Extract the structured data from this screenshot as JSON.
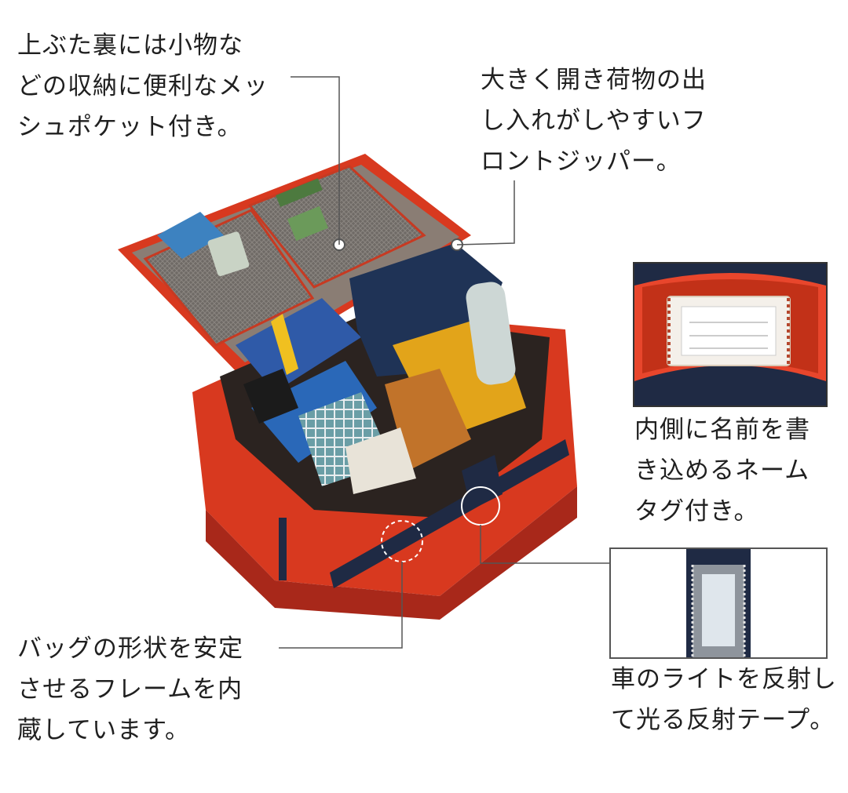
{
  "captions": {
    "lid_mesh_pocket": "上ぶた裏には小物な\nどの収納に便利なメッ\nシュポケット付き。",
    "front_zipper": "大きく開き荷物の出\nし入れがしやすいフ\nロントジッパー。",
    "name_tag": "内側に名前を書\nき込めるネーム\nタグ付き。",
    "frame": "バッグの形状を安定\nさせるフレームを内\n蔵しています。",
    "reflective_tape": "車のライトを反射し\nて光る反射テープ。"
  },
  "colors": {
    "bag_red": "#d8391f",
    "bag_dark_red": "#a8281a",
    "lining_gray": "#8a7d74",
    "strap_navy": "#1f2a44",
    "leader_line": "#555555"
  },
  "icons": {
    "bag": "duffel-bag-illustration",
    "nametag": "name-tag-closeup",
    "reflector": "reflective-tape-closeup"
  }
}
